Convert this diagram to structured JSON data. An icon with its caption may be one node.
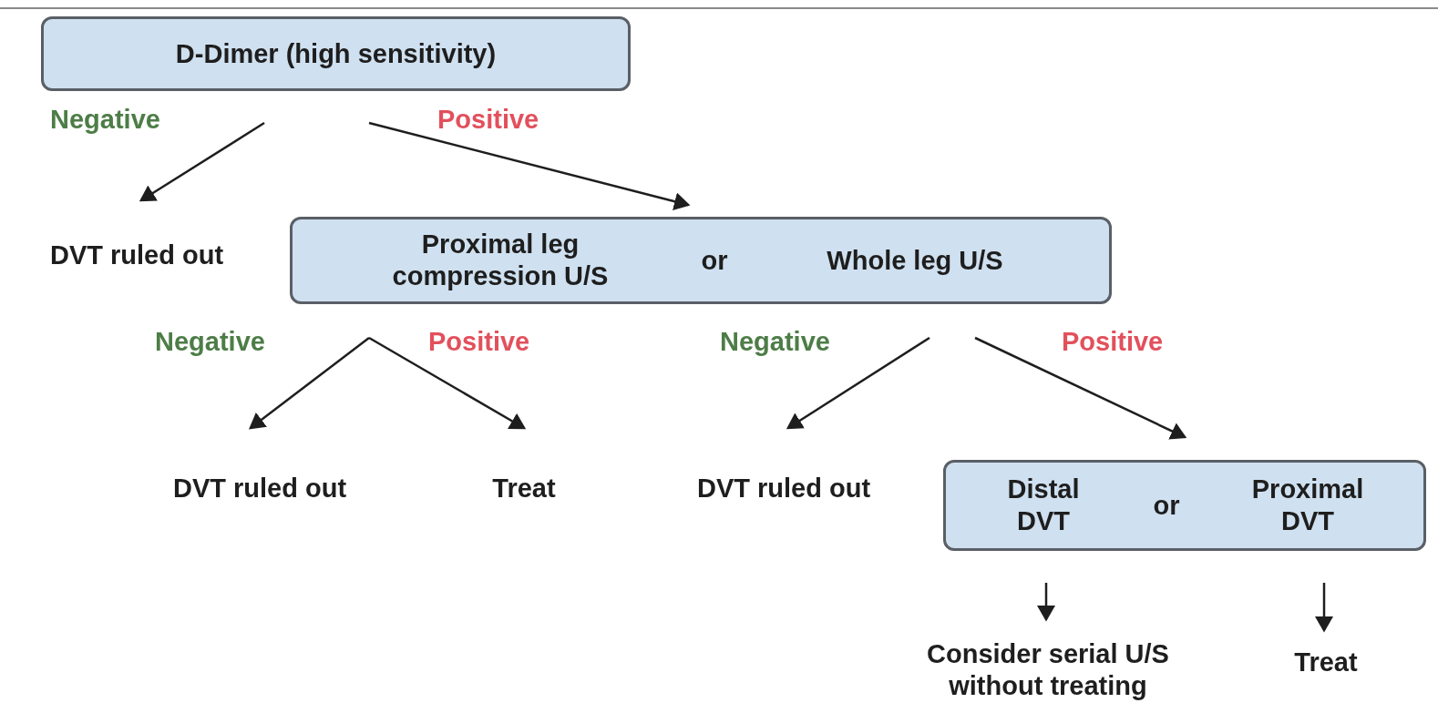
{
  "diagram": {
    "nodes": [
      {
        "text": [
          "D-Dimer (high sensitivity)"
        ]
      },
      {
        "text": [
          "DVT ruled out"
        ]
      },
      {
        "text": [
          "Proximal leg compression U/S",
          "or",
          "Whole leg U/S"
        ]
      },
      {
        "text": [
          "DVT ruled out"
        ]
      },
      {
        "text": [
          "Treat"
        ]
      },
      {
        "text": [
          "DVT ruled out"
        ]
      },
      {
        "text": [
          "Distal DVT",
          "or",
          "Proximal DVT"
        ]
      },
      {
        "text": [
          "Consider serial U/S without treating"
        ]
      },
      {
        "text": [
          "Treat"
        ]
      }
    ],
    "edges": [
      {
        "from": 0,
        "to": 1,
        "arrow": "to",
        "label": "Negative"
      },
      {
        "from": 0,
        "to": 2,
        "arrow": "to",
        "label": "Positive"
      },
      {
        "from": 2,
        "to": 3,
        "arrow": "to",
        "label": "Negative"
      },
      {
        "from": 2,
        "to": 4,
        "arrow": "to",
        "label": "Positive"
      },
      {
        "from": 2,
        "to": 5,
        "arrow": "to",
        "label": "Negative"
      },
      {
        "from": 2,
        "to": 6,
        "arrow": "to",
        "label": "Positive"
      },
      {
        "from": 6,
        "to": 7,
        "arrow": "to"
      },
      {
        "from": 6,
        "to": 8,
        "arrow": "to"
      }
    ]
  }
}
